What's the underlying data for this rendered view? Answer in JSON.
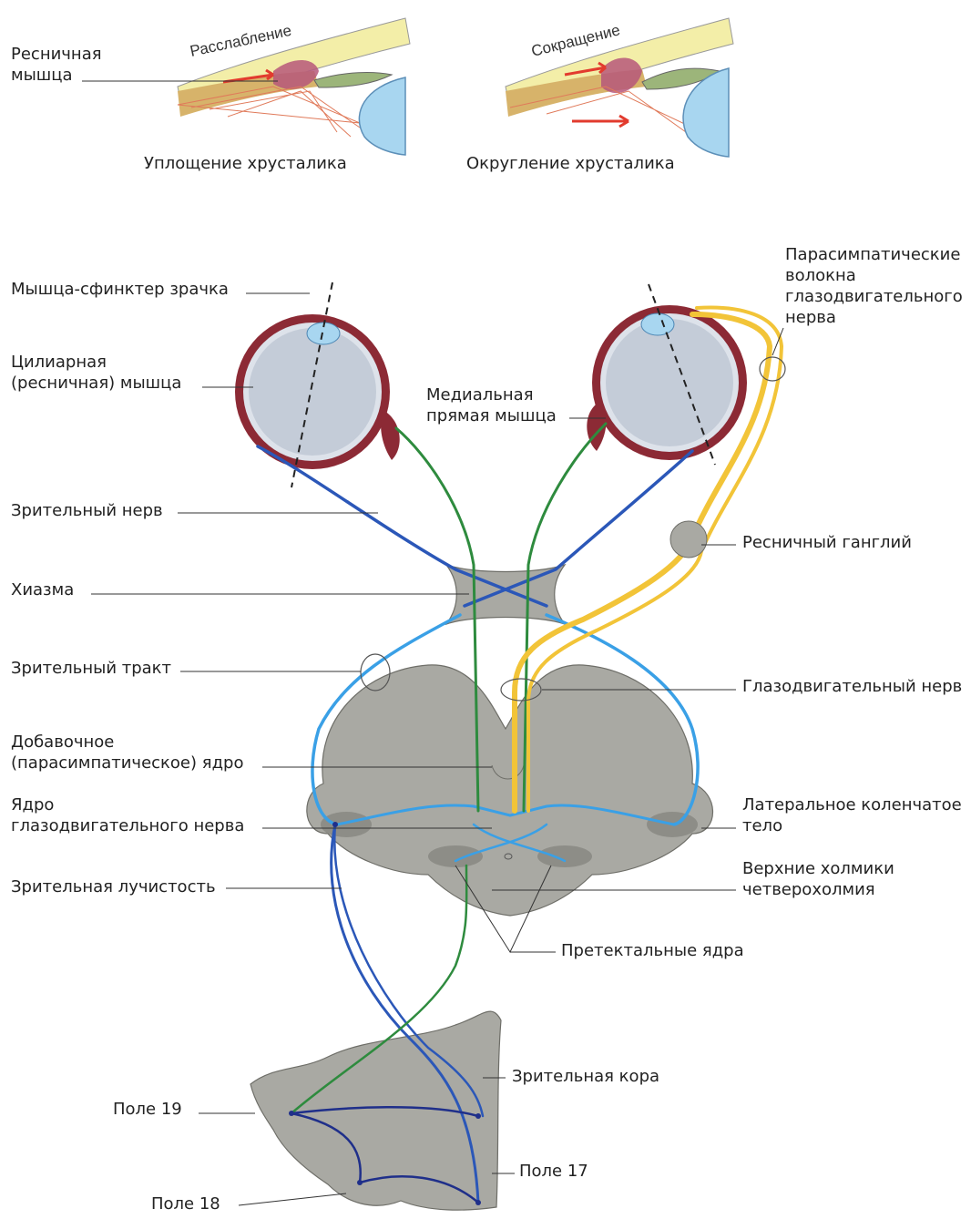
{
  "accommodation": {
    "relaxed": {
      "state": "Расслабление",
      "caption": "Уплощение хрусталика"
    },
    "contracted": {
      "state": "Сокращение",
      "caption": "Округление хрусталика"
    },
    "muscle_label_line1": "Ресничная",
    "muscle_label_line2": "мышца"
  },
  "labels": {
    "sphincter": "Мышца-сфинктер зрачка",
    "ciliary_1": "Цилиарная",
    "ciliary_2": "(ресничная) мышца",
    "medial_1": "Медиальная",
    "medial_2": "прямая мышца",
    "optic_nerve": "Зрительный нерв",
    "chiasm": "Хиазма",
    "optic_tract": "Зрительный тракт",
    "accessory_1": "Добавочное",
    "accessory_2": "(парасимпатическое) ядро",
    "oculomotor_nucleus_1": "Ядро",
    "oculomotor_nucleus_2": "глазодвигательного нерва",
    "optic_radiation": "Зрительная лучистость",
    "parasympathetic_1": "Парасимпатические",
    "parasympathetic_2": "волокна",
    "parasympathetic_3": "глазодвигательного",
    "parasympathetic_4": "нерва",
    "ciliary_ganglion": "Ресничный ганглий",
    "oculomotor_nerve": "Глазодвигательный нерв",
    "lgn_1": "Латеральное коленчатое",
    "lgn_2": "тело",
    "colliculi_1": "Верхние холмики",
    "colliculi_2": "четверохолмия",
    "pretectal": "Претектальные ядра",
    "visual_cortex": "Зрительная кора",
    "field19": "Поле 19",
    "field17": "Поле 17",
    "field18": "Поле 18"
  },
  "colors": {
    "optic_pathway": "#2b57b8",
    "optic_pathway_light": "#3aa0e6",
    "motor_green": "#2e8b3e",
    "parasympathetic": "#f2c438",
    "brain_gray": "#a9a9a3",
    "eye_muscle": "#8c2a35",
    "lens": "#a8d6f0"
  }
}
